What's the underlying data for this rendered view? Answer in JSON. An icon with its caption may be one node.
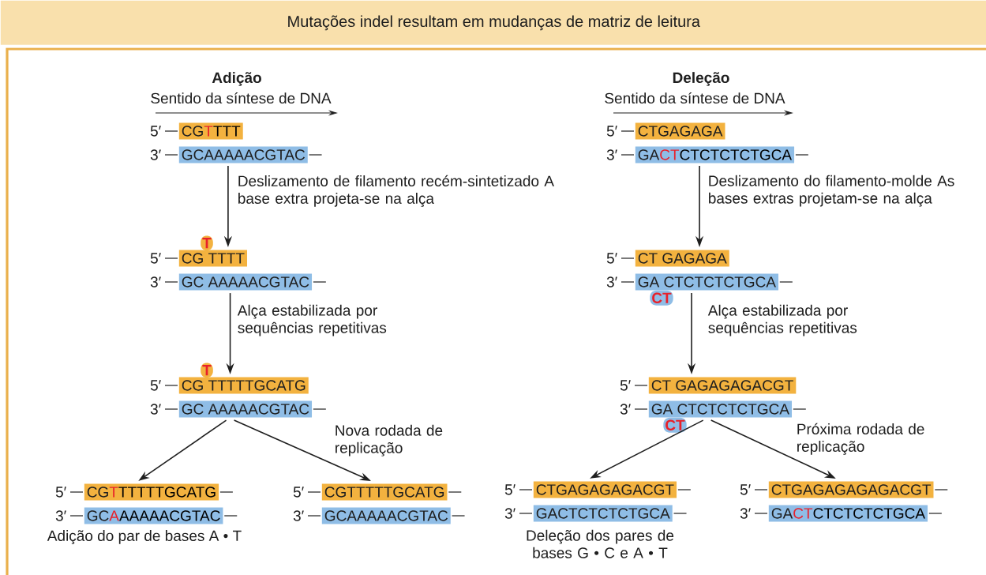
{
  "diagram": {
    "title": "Mutações indel resultam em mudanças de matriz de leitura",
    "nodes": [
      {
        "text": [
          "5′",
          "CG**T**TTT",
          "3′",
          "GCAAAAACGTAC"
        ]
      },
      {
        "text": [
          "5′",
          "CTGAGAGA",
          "3′",
          "GA**CT**CTCTCTCTGCA"
        ]
      },
      {
        "text": [
          "5′",
          "CG TTTT",
          "3′",
          "GC AAAAACGTAC"
        ]
      },
      {
        "text": [
          "5′",
          "CT GAGAGA",
          "3′",
          "GA CTCTCTCTGCA"
        ]
      },
      {
        "text": [
          "5′",
          "CG TTTTTGCATG",
          "3′",
          "GC AAAAACGTAC"
        ]
      },
      {
        "text": [
          "5′",
          "CT GAGAGAGACGT",
          "3′",
          "GA CTCTCTCTGCA"
        ]
      },
      {
        "text": [
          "5′",
          "CG**T**TTTTTGCATG",
          "3′",
          "GC**A**AAAAACGTAC"
        ],
        "beside": [
          "Adição do par de bases A • T"
        ]
      },
      {
        "text": [
          "5′",
          "CGTTTTTGCATG",
          "3′",
          "GCAAAAACGTAC"
        ]
      },
      {
        "text": [
          "5′",
          "CTGAGAGAGACGT",
          "3′",
          "GACTCTCTCTGCA"
        ],
        "beside": [
          "Deleção dos pares de bases G • C e A • T"
        ]
      },
      {
        "text": [
          "5′",
          "CTGAGAGAGAGACGT",
          "3′",
          "GA**CT**CTCTCTCTGCA"
        ]
      },
      {
        "text": [
          "T"
        ]
      },
      {
        "text": [
          "CT"
        ]
      },
      {
        "text": [
          "T"
        ]
      },
      {
        "text": [
          "CT"
        ]
      }
    ],
    "edges": [
      {
        "from": 0,
        "to": 2,
        "arrow": "to",
        "label": "Deslizamento de filamento recém-sintetizado A base extra projeta-se na alça"
      },
      {
        "from": 2,
        "to": 4,
        "arrow": "to",
        "label": "Alça estabilizada por sequências repetitivas"
      },
      {
        "from": 4,
        "to": 6,
        "arrow": "to"
      },
      {
        "from": 4,
        "to": 7,
        "arrow": "to",
        "label": "Nova rodada de replicação"
      },
      {
        "from": 1,
        "to": 3,
        "arrow": "to",
        "label": "Deslizamento do filamento-molde As bases extras projetam-se na alça"
      },
      {
        "from": 3,
        "to": 5,
        "arrow": "to",
        "label": "Alça estabilizada por sequências repetitivas"
      },
      {
        "from": 5,
        "to": 8,
        "arrow": "to"
      },
      {
        "from": 5,
        "to": 9,
        "arrow": "to",
        "label": "Próxima rodada de replicação"
      }
    ],
    "labels": [
      "Adição",
      "Sentido da síntese de DNA",
      "Deleção",
      "Sentido da síntese de DNA"
    ]
  }
}
